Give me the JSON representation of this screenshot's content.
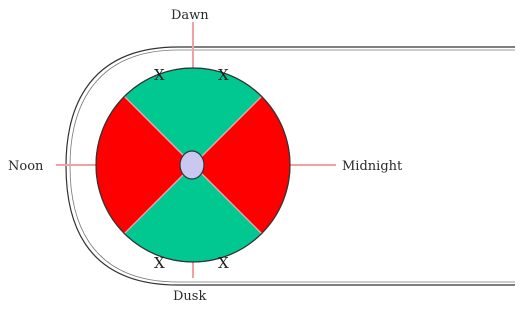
{
  "labels": {
    "top": "Dawn",
    "bottom": "Dusk",
    "left": "Noon",
    "right": "Midnight"
  },
  "marks": {
    "x": "X"
  },
  "colors": {
    "red_sector": "#ff0000",
    "green_sector": "#00c890",
    "center_disc": "#c8c8f0",
    "axis_line": "#f2a0a8",
    "outline": "#333333"
  }
}
